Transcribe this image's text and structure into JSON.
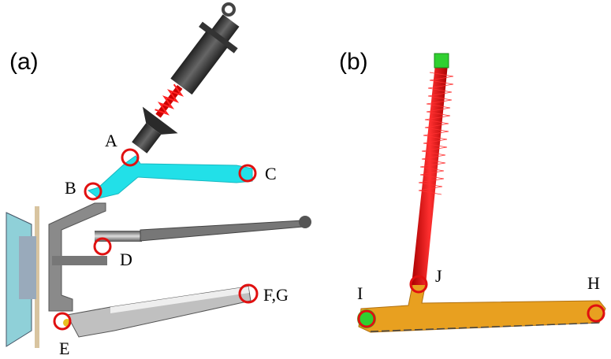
{
  "panels": [
    {
      "label": "(a)",
      "points": {
        "A": "A",
        "B": "B",
        "C": "C",
        "D": "D",
        "E": "E",
        "FG": "F,G"
      }
    },
    {
      "label": "(b)",
      "points": {
        "I": "I",
        "J": "J",
        "H": "H"
      }
    }
  ],
  "colors": {
    "control_arm": "#22e0e8",
    "strut_b": "#e01818",
    "arm_b": "#e8a020",
    "marker": "#e01010",
    "dark_body": "#3a3a3a"
  }
}
